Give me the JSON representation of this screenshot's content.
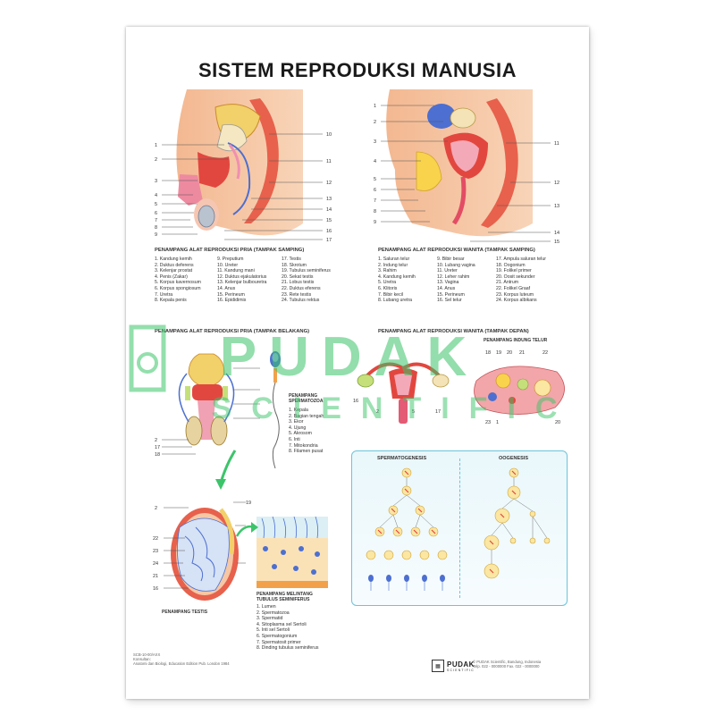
{
  "poster": {
    "title": "SISTEM REPRODUKSI MANUSIA",
    "male_side": {
      "heading": "PENAMPANG ALAT REPRODUKSI PRIA (TAMPAK SAMPING)",
      "col1": [
        "1. Kandung kemih",
        "2. Duktus deferens",
        "3. Kelenjar prostat",
        "4. Penis (Zakar)",
        "5. Korpus kavernosum",
        "6. Korpus spongiosum",
        "7. Uretra",
        "8. Kepala penis"
      ],
      "col2": [
        "9. Preputium",
        "10. Ureter",
        "11. Kandung mani",
        "12. Duktus ejakulatorius",
        "13. Kelenjar bulbouretra",
        "14. Anus",
        "15. Perineum",
        "16. Epididimis"
      ],
      "col3": [
        "17. Testis",
        "18. Skrotum",
        "19. Tubulus seminiferus",
        "20. Sekat testis",
        "21. Lobus testis",
        "22. Duktus eferens",
        "23. Rete testis",
        "24. Tubulus rektus"
      ]
    },
    "female_side": {
      "heading": "PENAMPANG ALAT REPRODUKSI WANITA (TAMPAK SAMPING)",
      "col1": [
        "1. Saluran telur",
        "2. Indung telur",
        "3. Rahim",
        "4. Kandung kemih",
        "5. Uretra",
        "6. Klitoris",
        "7. Bibir kecil",
        "8. Lubang uretra"
      ],
      "col2": [
        "9. Bibir besar",
        "10. Lubang vagina",
        "11. Ureter",
        "12. Leher rahim",
        "13. Vagina",
        "14. Anus",
        "15. Perineum",
        "16. Sel telur"
      ],
      "col3": [
        "17. Ampula saluran telur",
        "18. Oogonium",
        "19. Folikel primer",
        "20. Oosit sekunder",
        "21. Antrum",
        "22. Folikel Graaf",
        "23. Korpus luteum",
        "24. Korpus albikans"
      ]
    },
    "male_back_heading": "PENAMPANG ALAT REPRODUKSI PRIA (TAMPAK BELAKANG)",
    "female_front_heading": "PENAMPANG ALAT REPRODUKSI WANITA (TAMPAK DEPAN)",
    "ovary_heading": "PENAMPANG INDUNG TELUR",
    "sperm": {
      "heading_line1": "PENAMPANG",
      "heading_line2": "SPERMATOZOA",
      "items": [
        "1. Kepala",
        "2. Bagian tengah",
        "3. Ekor",
        "4. Ujung",
        "5. Akrosom",
        "6. Inti",
        "7. Mitokondria",
        "8. Filamen pusat"
      ]
    },
    "testis_heading": "PENAMPANG TESTIS",
    "tubulus": {
      "heading_line1": "PENAMPANG MELINTANG",
      "heading_line2": "TUBULUS SEMINIFERUS",
      "items": [
        "1. Lumen",
        "2. Spermatozoa",
        "3. Spermatid",
        "4. Sitoplasma sel Sertoli",
        "5. Inti sel Sertoli",
        "6. Spermatogonium",
        "7. Spermatosit primer",
        "8. Dinding tubulus seminiferus"
      ]
    },
    "genesis": {
      "left_title": "SPERMATOGENESIS",
      "right_title": "OOGENESIS"
    },
    "watermark": {
      "line1": "PUDAK",
      "line2": "SCIENTIFIC",
      "color": "#3cc46a"
    },
    "footer": {
      "code": "SCB-10-00/AXX",
      "left_note_1": "Konsultan:",
      "left_note_2": "Anatomi dan Biologi, Education Edition Pub. London 1984",
      "brand": "PUDAK",
      "brand_sub": "SCIENTIFIC",
      "right_note_1": "© PUDAK Scientific, Bandung, Indonesia",
      "right_note_2": "Telp. 022 - 0000000 Fax. 022 - 0000000"
    },
    "colors": {
      "skin": "#f6c7a4",
      "organ_red": "#e23d3a",
      "pink": "#f0a1b4",
      "yellow": "#f9d34c",
      "blue": "#4c6fd1",
      "teal": "#6cc3d9"
    }
  }
}
